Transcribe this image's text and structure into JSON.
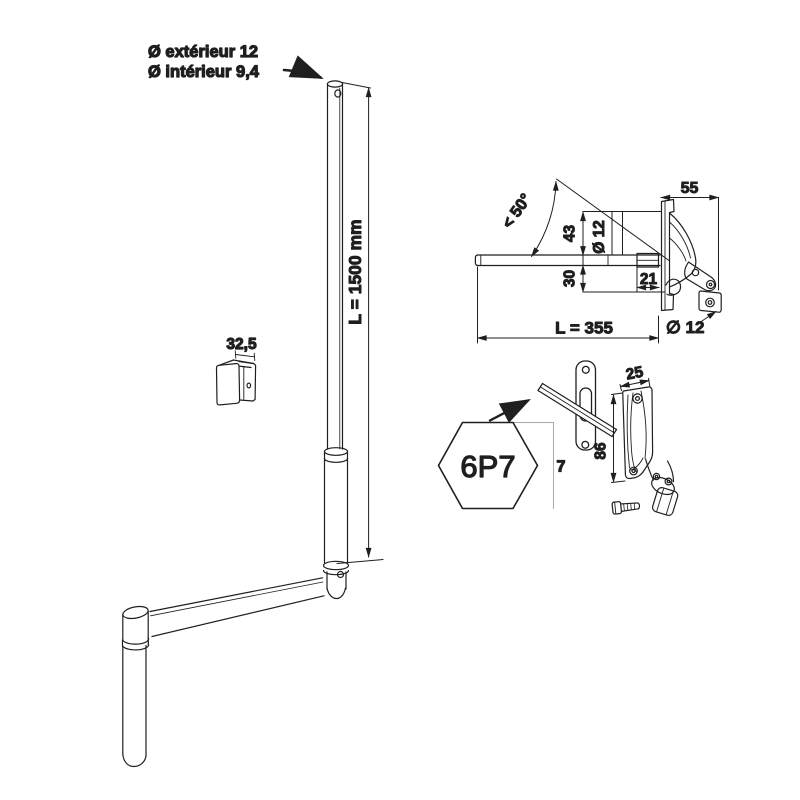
{
  "drawing": {
    "background": "#ffffff",
    "ink_color": "#1f1f1f",
    "guide_color": "#a9a9a9",
    "crank": {
      "outer_diameter": "Ø extérieur 12",
      "inner_diameter": "Ø intérieur 9,4",
      "length": "L = 1500 mm",
      "clip_size": "32,5"
    },
    "side_view": {
      "max_angle": "< 50°",
      "bracket_depth": "55",
      "offset_upper": "43",
      "rod_diameter": "Ø 12",
      "offset_lower": "30",
      "hex_section_length": "21",
      "rod_length": "L = 355",
      "mount_hole_diameter": "∅ 12"
    },
    "front_view": {
      "hex_profile": "6P7",
      "hex_size": "7",
      "plate_width": "25",
      "bracket_height": "86"
    }
  }
}
